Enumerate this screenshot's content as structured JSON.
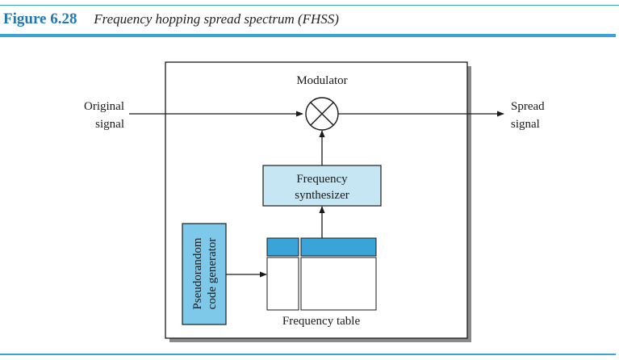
{
  "figure": {
    "number": "Figure 6.28",
    "title": "Frequency hopping spread spectrum (FHSS)"
  },
  "diagram": {
    "input_label": [
      "Original",
      "signal"
    ],
    "output_label": [
      "Spread",
      "signal"
    ],
    "modulator_label": "Modulator",
    "synthesizer_label": [
      "Frequency",
      "synthesizer"
    ],
    "prng_label": [
      "Pseudorandom",
      "code generator"
    ],
    "table_label": "Frequency table"
  },
  "colors": {
    "accent": "#3aa4d8",
    "caption": "#1f78b4",
    "box_fill": "#c7e6f3",
    "table_header": "#3aa4d8",
    "prng_fill": "#7ec8ea",
    "stroke": "#1a1a1a"
  },
  "icons": {
    "modulator": "multiply-circle-icon"
  }
}
